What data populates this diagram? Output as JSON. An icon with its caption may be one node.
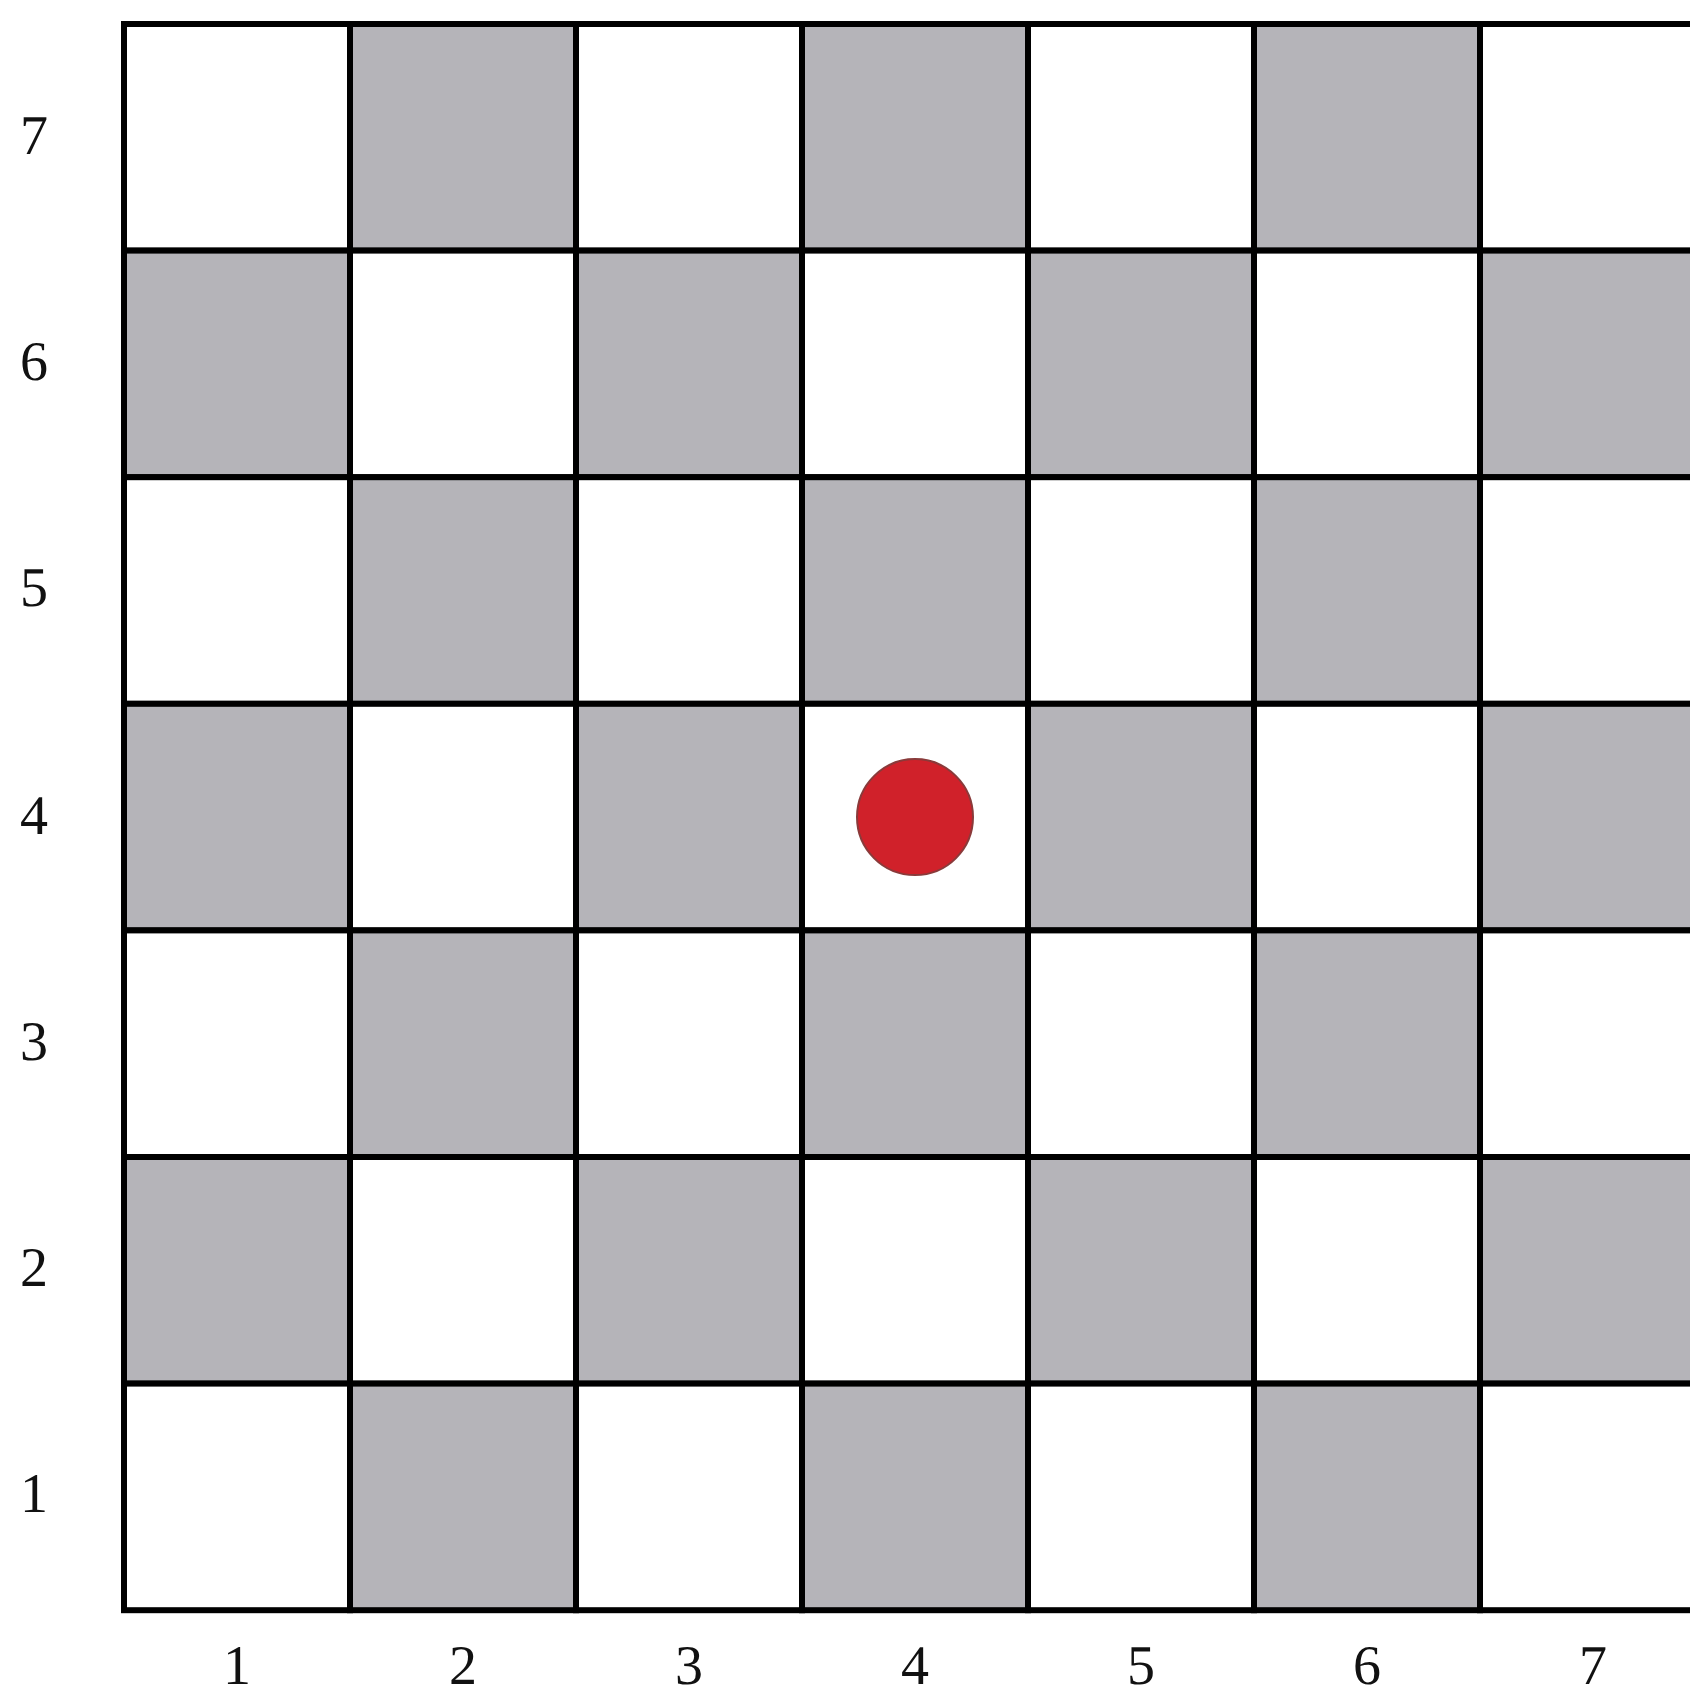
{
  "diagram": {
    "labels": [
      "7",
      "6",
      "5",
      "4",
      "3",
      "2",
      "1",
      "1",
      "2",
      "3",
      "4",
      "5",
      "6",
      "7"
    ]
  }
}
